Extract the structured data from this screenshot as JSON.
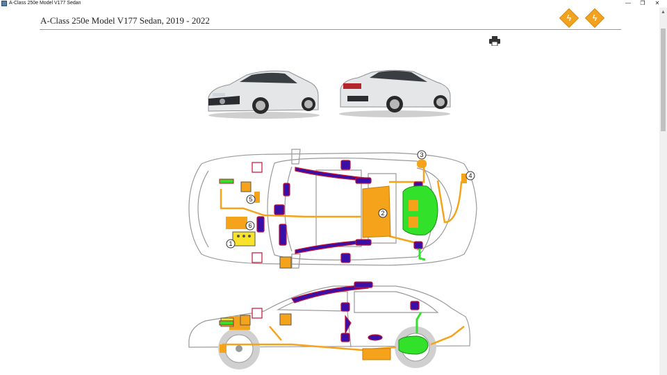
{
  "window": {
    "title": "A-Class 250e Model V177 Sedan",
    "controls": {
      "minimize": "—",
      "restore": "❐",
      "close": "✕"
    }
  },
  "header": {
    "title": "A-Class 250e Model V177 Sedan, 2019 - 2022"
  },
  "toolbar": {
    "hv_icon_1": "high-voltage-warning-icon",
    "hv_icon_2": "high-voltage-warning-icon",
    "print_icon": "printer-icon"
  },
  "colors": {
    "high_voltage": "#f5a31a",
    "airbag": "#3a0fa8",
    "airbag_outline": "#c4112f",
    "fuel_tank": "#31e12a",
    "body_outline": "#9a9a9a",
    "accent": "#f3a21f"
  },
  "callouts": [
    "1",
    "2",
    "3",
    "4",
    "5",
    "6"
  ]
}
